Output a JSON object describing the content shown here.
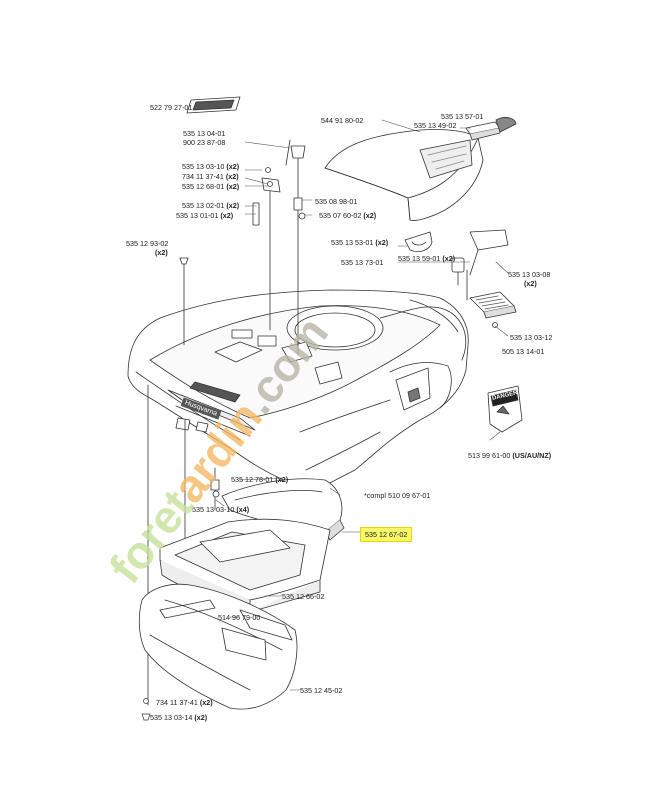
{
  "labels": {
    "l1": {
      "code": "522 79 27-01",
      "qty": ""
    },
    "l2a": {
      "code": "535 13 04-01",
      "qty": ""
    },
    "l2b": {
      "code": "900 23 87-08",
      "qty": ""
    },
    "l3": {
      "code": "535 13 03-10",
      "qty": "(x2)"
    },
    "l4": {
      "code": "734 11 37-41",
      "qty": "(x2)"
    },
    "l5": {
      "code": "535 12 68-01",
      "qty": "(x2)"
    },
    "l6": {
      "code": "535 13 02-01",
      "qty": "(x2)"
    },
    "l7": {
      "code": "535 13 01-01",
      "qty": "(x2)"
    },
    "l8": {
      "code": "535 12 93-02",
      "qty": "(x2)"
    },
    "l9": {
      "code": "544 91 80-02",
      "qty": ""
    },
    "l10": {
      "code": "535 13 57-01",
      "qty": ""
    },
    "l11": {
      "code": "535 13 49-02",
      "qty": ""
    },
    "l12": {
      "code": "535 08 98-01",
      "qty": ""
    },
    "l13": {
      "code": "535 07 60-02",
      "qty": "(x2)"
    },
    "l14": {
      "code": "535 13 53-01",
      "qty": "(x2)"
    },
    "l15": {
      "code": "535 13 73-01",
      "qty": ""
    },
    "l16": {
      "code": "535 13 59-01",
      "qty": "(x2)"
    },
    "l17": {
      "code": "535 13 03-08",
      "qty": "(x2)"
    },
    "l18": {
      "code": "535 13 03-12",
      "qty": ""
    },
    "l19": {
      "code": "505 13 14-01",
      "qty": ""
    },
    "l20": {
      "code": "513 99 61-00",
      "qty": "(US/AU/NZ)"
    },
    "l21": {
      "code": "*compl 510 09 67-01",
      "qty": ""
    },
    "l22": {
      "code": "535 12 78-01",
      "qty": "(x2)"
    },
    "l23": {
      "code": "535 13 03-10",
      "qty": "(x4)"
    },
    "l24": {
      "code": "535 12 67-02",
      "qty": ""
    },
    "l25": {
      "code": "535 12 66-02",
      "qty": ""
    },
    "l26": {
      "code": "514 96 79-00",
      "qty": ""
    },
    "l27": {
      "code": "535 12 45-02",
      "qty": ""
    },
    "l28": {
      "code": "734 11 37-41",
      "qty": "(x2)"
    },
    "l29": {
      "code": "535 13 03-14",
      "qty": "(x2)"
    }
  },
  "decals": {
    "brand": "Husqvarna",
    "danger": "DANGER"
  },
  "watermark": {
    "part1": "foret",
    "part2": "ardin",
    "part3": ".com",
    "color_green": "#c8e29a",
    "color_orange": "#f5b865",
    "color_grey": "#b9b6a8"
  },
  "highlight_color": "#f7f76a"
}
